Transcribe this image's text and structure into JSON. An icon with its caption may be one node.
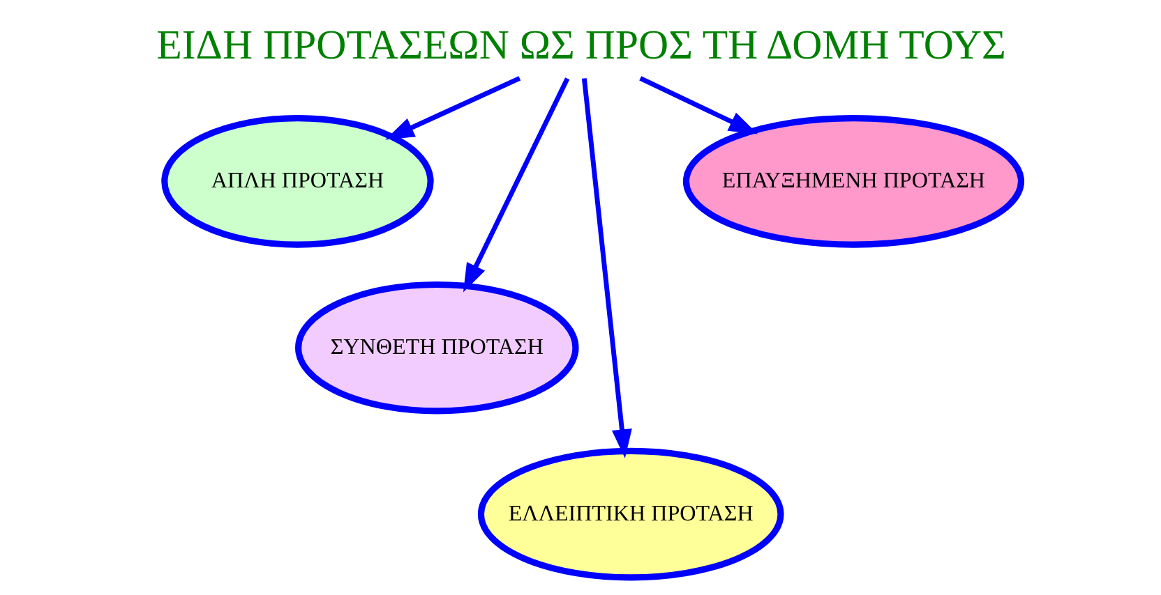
{
  "diagram": {
    "nodes": [
      {
        "text": [
          "ΕΙΔΗ ΠΡΟΤΑΣΕΩΝ ΩΣ ΠΡΟΣ ΤΗ ΔΟΜΗ ΤΟΥΣ"
        ]
      },
      {
        "text": [
          "ΑΠΛΗ ΠΡΟΤΑΣΗ"
        ]
      },
      {
        "text": [
          "ΣΥΝΘΕΤΗ ΠΡΟΤΑΣΗ"
        ]
      },
      {
        "text": [
          "ΕΛΛΕΙΠΤΙΚΗ ΠΡΟΤΑΣΗ"
        ]
      },
      {
        "text": [
          "ΕΠΑΥΞΗΜΕΝΗ ΠΡΟΤΑΣΗ"
        ]
      }
    ],
    "edges": [
      {
        "from": 0,
        "to": 1,
        "arrow": "to"
      },
      {
        "from": 0,
        "to": 2,
        "arrow": "to"
      },
      {
        "from": 0,
        "to": 3,
        "arrow": "to"
      },
      {
        "from": 0,
        "to": 4,
        "arrow": "to"
      }
    ]
  }
}
